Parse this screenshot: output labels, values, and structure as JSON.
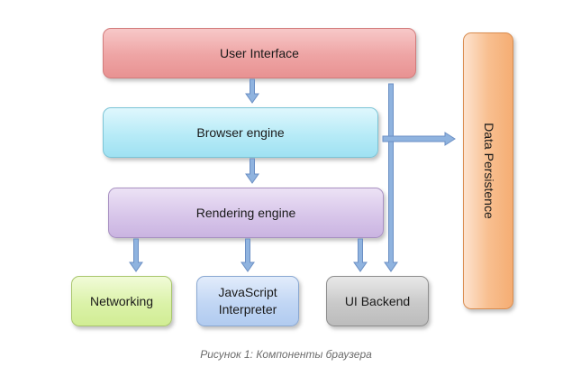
{
  "diagram": {
    "boxes": {
      "user_interface": "User  Interface",
      "browser_engine": "Browser engine",
      "rendering_engine": "Rendering engine",
      "networking": "Networking",
      "javascript_interpreter": "JavaScript\nInterpreter",
      "ui_backend": "UI Backend",
      "data_persistence": "Data Persistence"
    },
    "arrow_color": "#8fb3df",
    "arrow_stroke": "#6b8fc4"
  },
  "caption": "Рисунок 1: Компоненты браузера"
}
